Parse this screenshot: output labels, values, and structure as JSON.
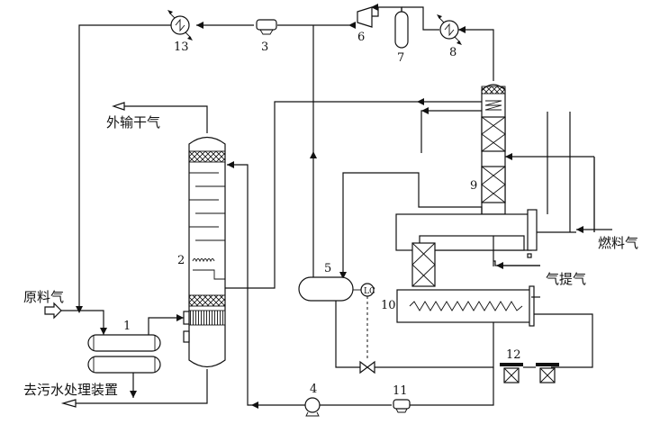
{
  "labels": {
    "dry_gas_export": "外输干气",
    "feed_gas": "原料气",
    "to_sewage": "去污水处理装置",
    "fuel_gas": "燃料气",
    "stripping_gas": "气提气"
  },
  "equipment_numbers": {
    "n1": "1",
    "n2": "2",
    "n3": "3",
    "n4": "4",
    "n5": "5",
    "n6": "6",
    "n7": "7",
    "n8": "8",
    "n9": "9",
    "n10": "10",
    "n11": "11",
    "n12": "12",
    "n13": "13"
  },
  "colors": {
    "line": "#111111",
    "background": "#ffffff"
  }
}
